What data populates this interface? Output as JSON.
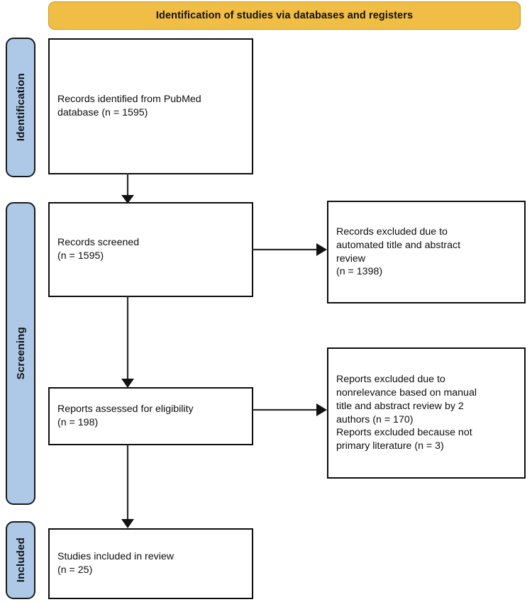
{
  "diagram": {
    "title": "Identification of studies via databases and registers",
    "colors": {
      "banner_fill": "#F0BE45",
      "banner_stroke": "#C99A2E",
      "stage_fill": "#AEC9E8",
      "stage_stroke": "#1a1a1a",
      "box_stroke": "#0d0d0d",
      "connector": "#2b2b2b",
      "background": "#ffffff"
    }
  },
  "stages": [
    {
      "label": "Identification"
    },
    {
      "label": "Screening"
    },
    {
      "label": "Included"
    }
  ],
  "boxes": {
    "identified": {
      "line1": "Records identified from PubMed",
      "line2": "database (n = 1595)"
    },
    "screened": {
      "line1": "Records screened",
      "line2": "(n = 1595)"
    },
    "records_excluded": {
      "line1": "Records excluded due to",
      "line2": "automated title and abstract",
      "line3": "review",
      "line4": "(n = 1398)"
    },
    "assessed": {
      "line1": "Reports assessed for eligibility",
      "line2": "(n = 198)"
    },
    "reports_excluded": {
      "line1": "Reports excluded due to",
      "line2": "nonrelevance based on manual",
      "line3": "title and abstract review by 2",
      "line4": "authors (n = 170)",
      "line5": "Reports excluded because not",
      "line6": "primary literature (n = 3)"
    },
    "included": {
      "line1": "Studies included in review",
      "line2": "(n = 25)"
    }
  }
}
